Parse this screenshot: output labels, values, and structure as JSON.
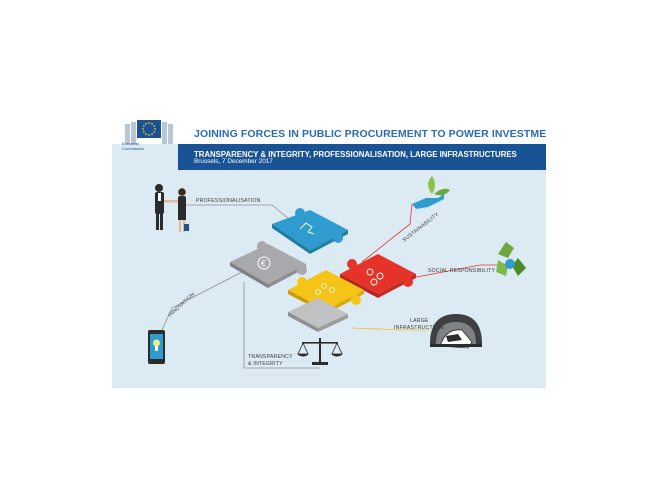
{
  "header": {
    "title": "JOINING FORCES IN PUBLIC PROCUREMENT TO POWER INVESTMENT",
    "subtitle": "TRANSPARENCY & INTEGRITY, PROFESSIONALISATION, LARGE INFRASTRUCTURES",
    "date": "Brussels, 7 December 2017",
    "logo_caption_1": "European",
    "logo_caption_2": "Commission"
  },
  "labels": {
    "professionalisation": "PROFESSIONALISATION",
    "sustainability": "SUSTAINABILITY",
    "social_responsibility": "SOCIAL RESPONSIBILITY",
    "innovation": "INNOVATION",
    "large_infra_1": "LARGE",
    "large_infra_2": "INFRASTRUCTURE",
    "transparency_1": "TRANSPARENCY",
    "transparency_2": "& INTEGRITY"
  },
  "colors": {
    "ec_blue": "#1a5296",
    "title_blue": "#2a6cb4",
    "background": "#dcebf3",
    "puzzle_blue": "#2f9ccf",
    "puzzle_red": "#e5332a",
    "puzzle_yellow": "#f6c416",
    "puzzle_grey": "#a7a9ac",
    "accent_line_red": "#e5332a",
    "accent_line_yellow": "#f6c416",
    "accent_line_grey": "#8d8f92"
  },
  "icons": [
    "eu-flag-icon",
    "business-people-icon",
    "plant-hand-icon",
    "recycle-icon",
    "smartphone-lightbulb-icon",
    "scales-icon",
    "train-tunnel-icon",
    "euro-icon"
  ]
}
